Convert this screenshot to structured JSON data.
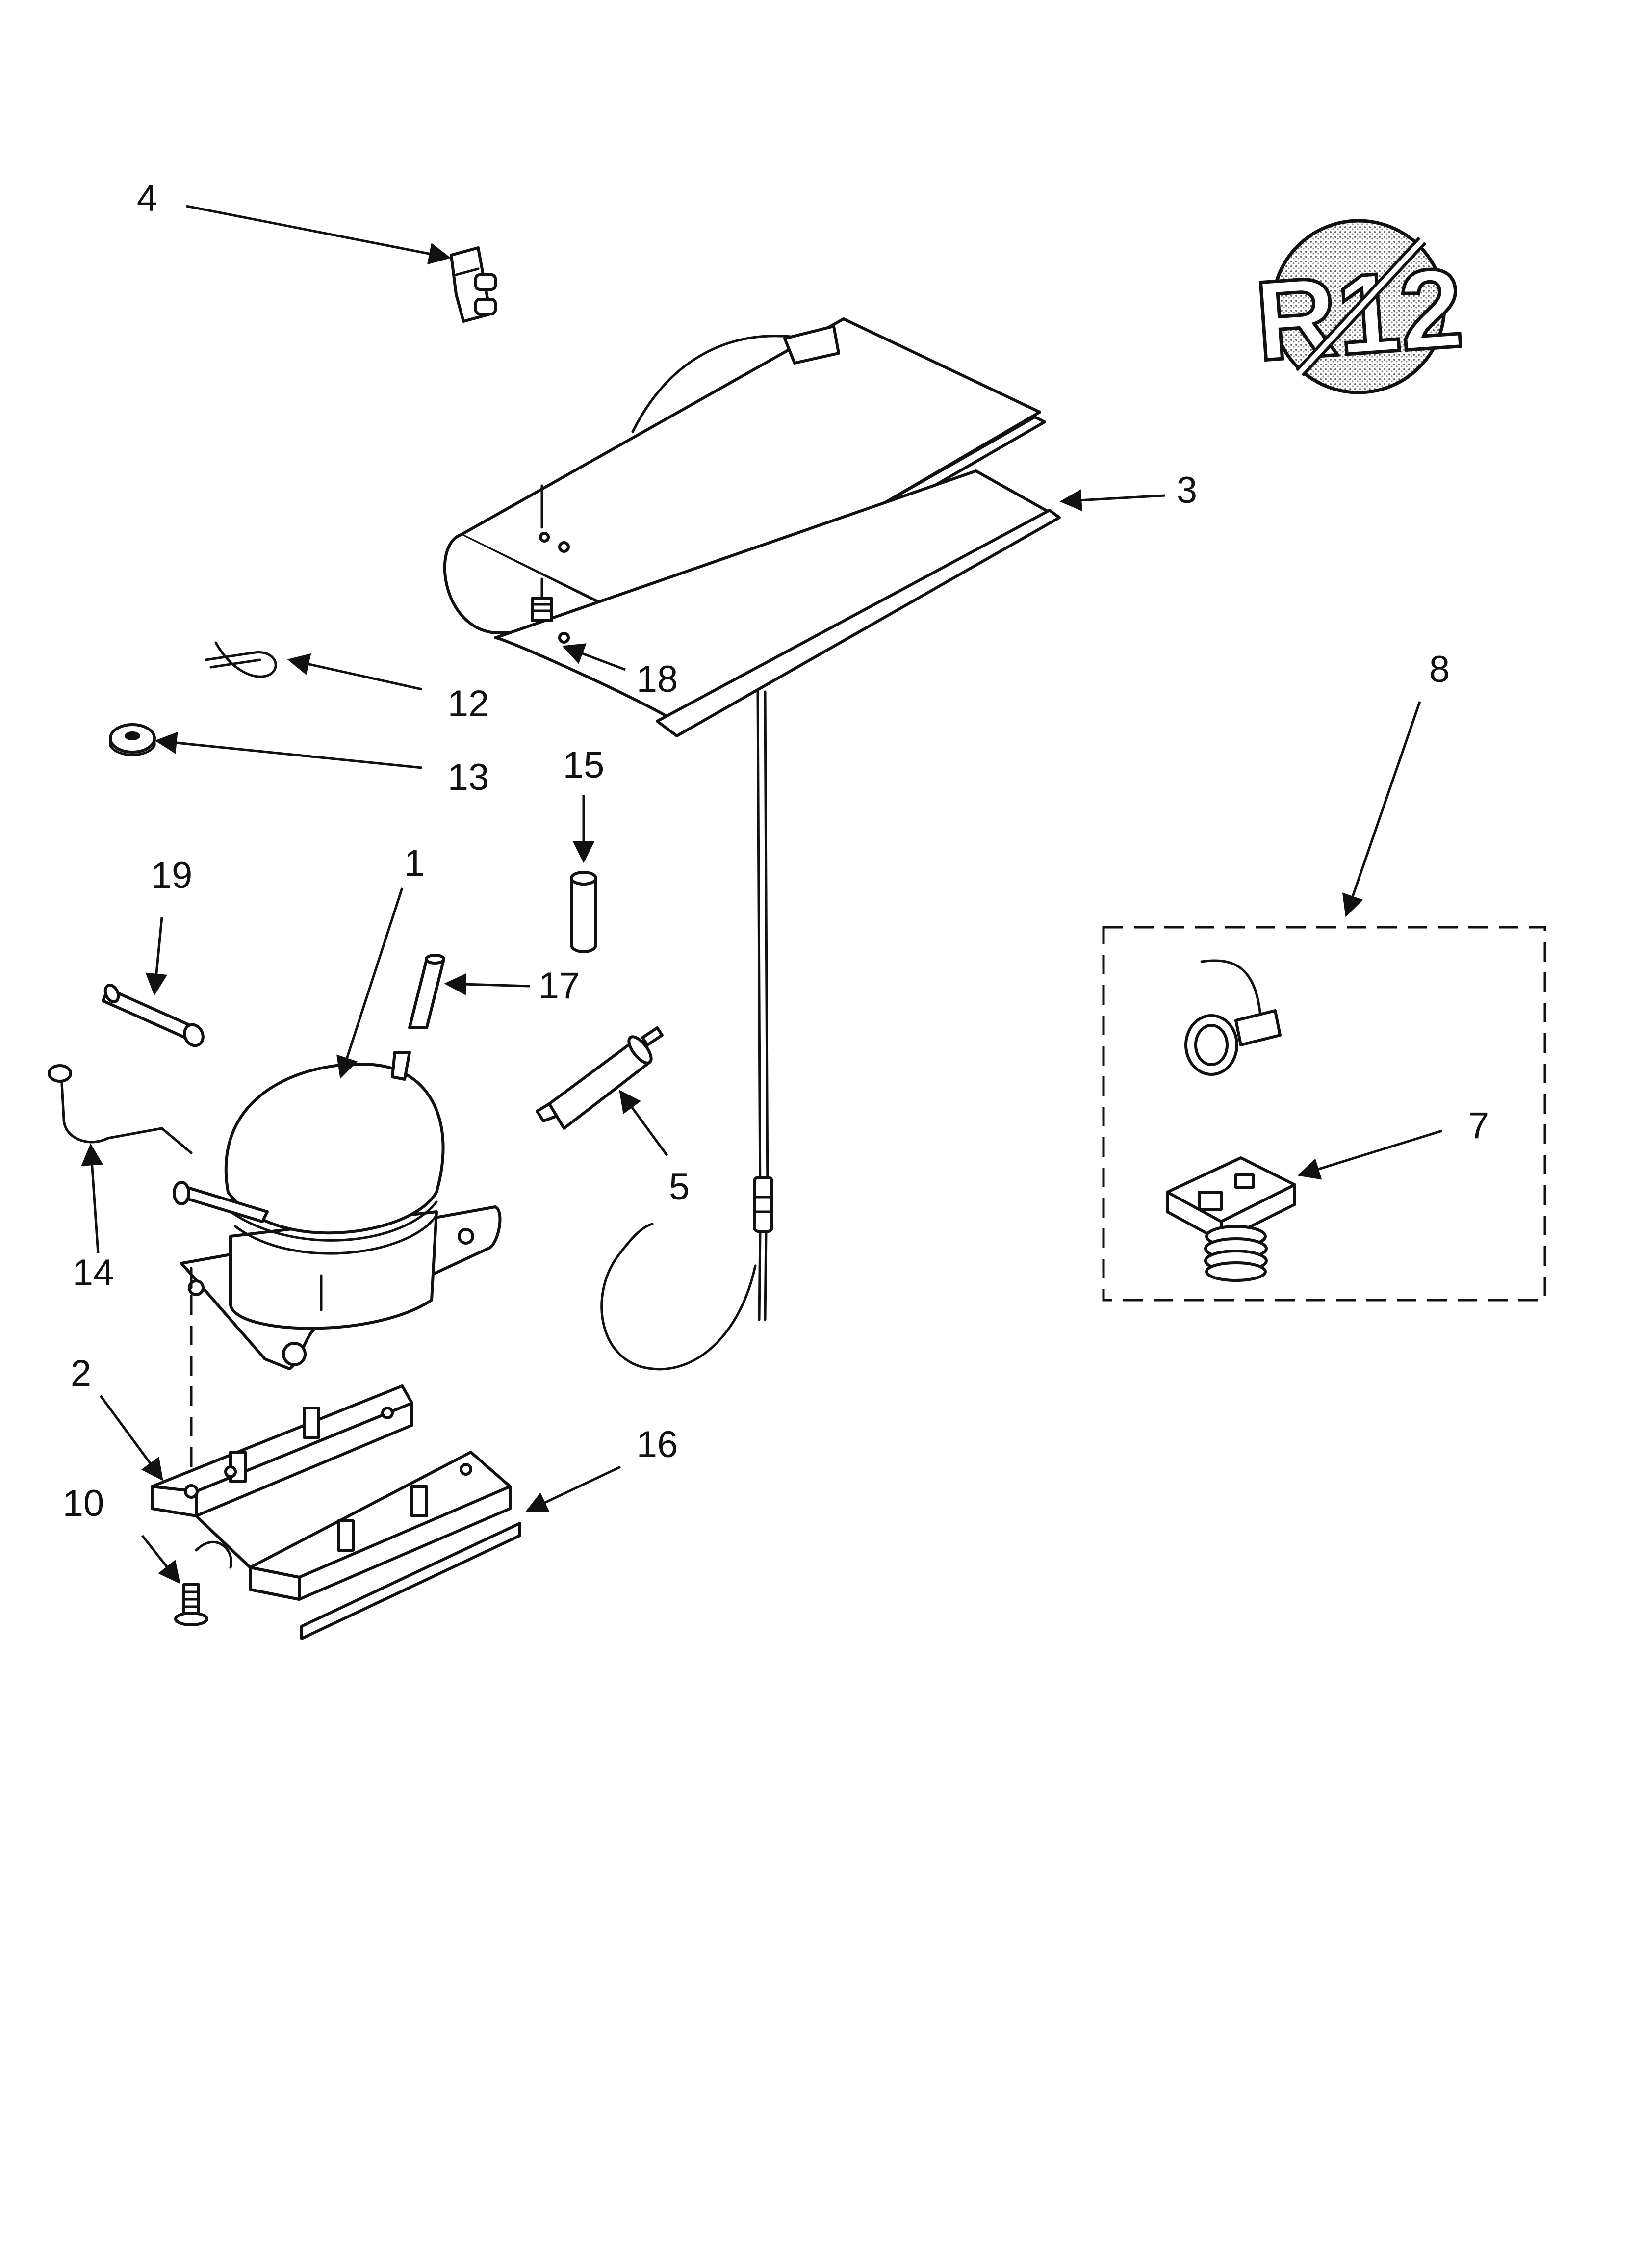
{
  "badge": {
    "text": "R12"
  },
  "callouts": {
    "c1": "1",
    "c2": "2",
    "c3": "3",
    "c4": "4",
    "c5": "5",
    "c7": "7",
    "c8": "8",
    "c10": "10",
    "c12": "12",
    "c13": "13",
    "c14": "14",
    "c15": "15",
    "c16": "16",
    "c17": "17",
    "c18": "18",
    "c19": "19"
  },
  "colors": {
    "ink": "#111111",
    "paper": "#ffffff",
    "badge_fill": "#9a9a9a"
  }
}
